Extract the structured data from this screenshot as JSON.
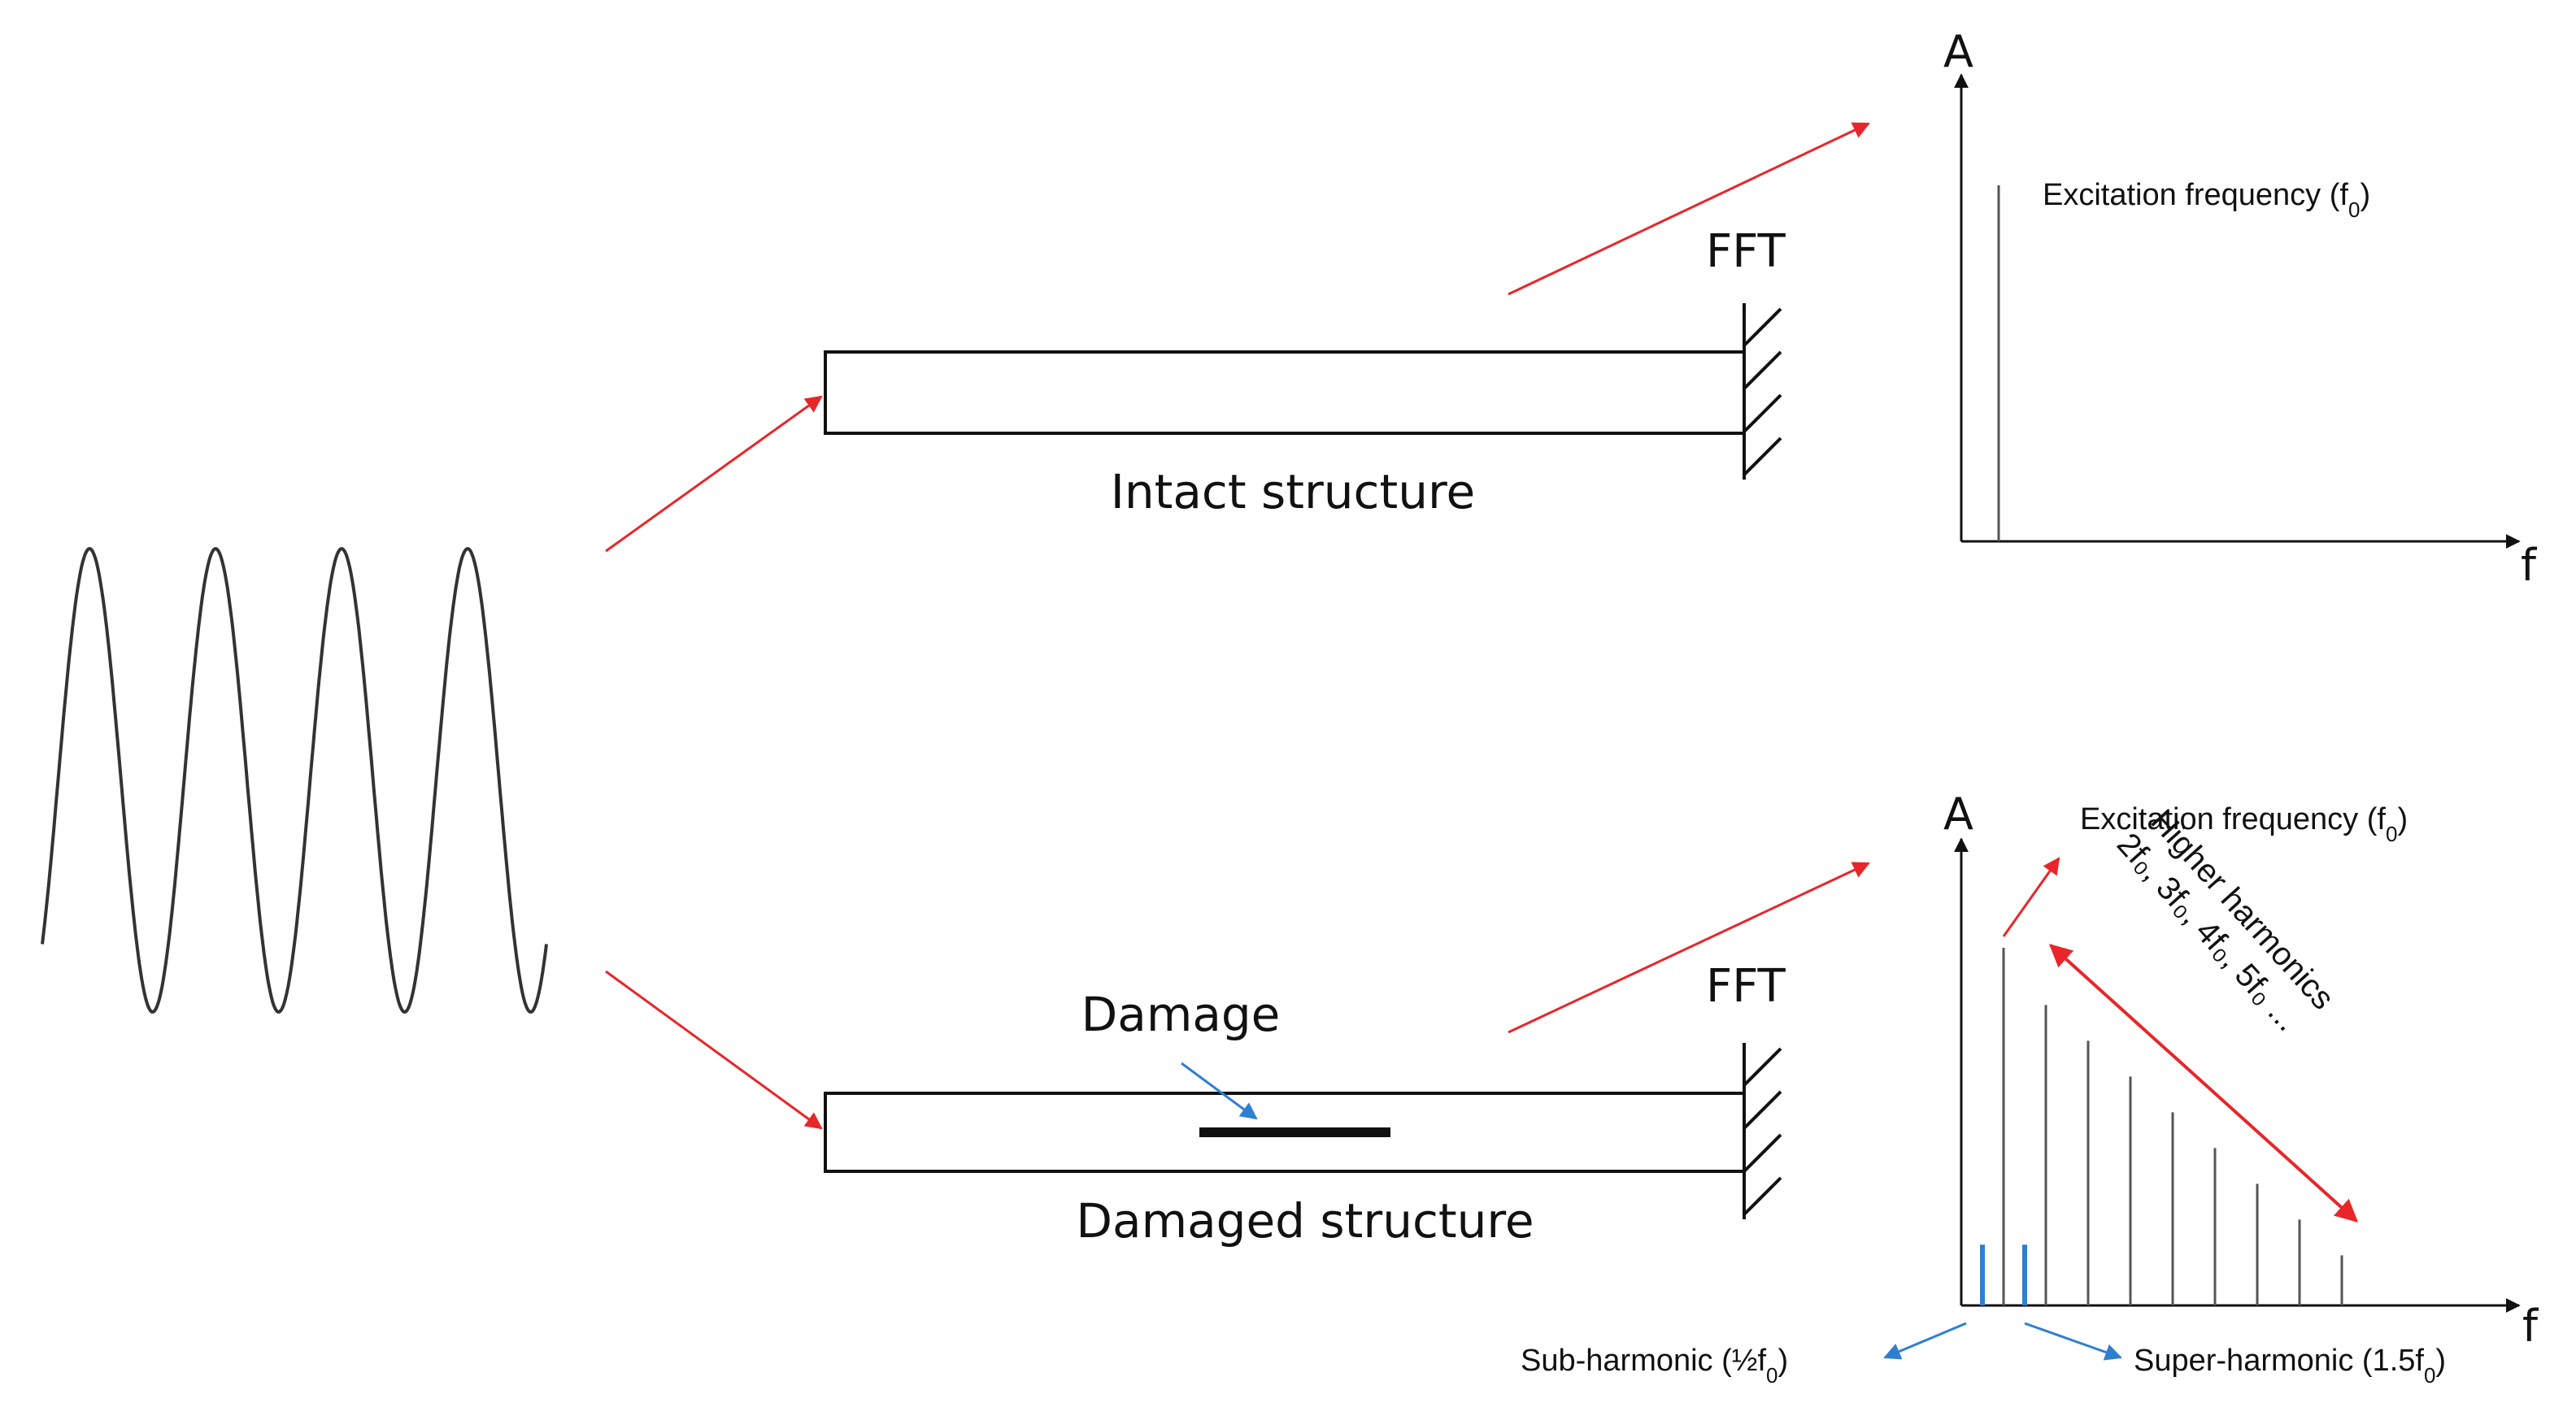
{
  "top": {
    "beam_label": "Intact structure",
    "fft_label": "FFT",
    "axis_y": "A",
    "axis_x": "f",
    "peak_label": "Excitation frequency (f",
    "peak_sub": "0",
    "peak_close": ")"
  },
  "bottom": {
    "beam_label": "Damaged structure",
    "damage_label": "Damage",
    "fft_label": "FFT",
    "axis_y": "A",
    "axis_x": "f",
    "peak_label": "Excitation frequency (f",
    "peak_sub": "0",
    "peak_close": ")",
    "harmonics_title": "Higher harmonics",
    "harmonics_list": "2f₀, 3f₀, 4f₀, 5f₀ ...",
    "sub_label": "Sub-harmonic (½f",
    "sub_sub": "0",
    "sub_close": ")",
    "super_label": "Super-harmonic (1.5f",
    "super_sub": "0",
    "super_close": ")"
  },
  "spectrum_bottom": {
    "main_peaks": [
      1.0,
      0.84,
      0.74,
      0.64,
      0.54,
      0.44,
      0.34,
      0.24,
      0.14
    ],
    "minor_peaks": [
      0.17,
      0.17
    ]
  },
  "colors": {
    "arrow_red": "#e8262a",
    "arrow_blue": "#2f7fd1",
    "line": "#111111",
    "peak_gray": "#555555"
  }
}
